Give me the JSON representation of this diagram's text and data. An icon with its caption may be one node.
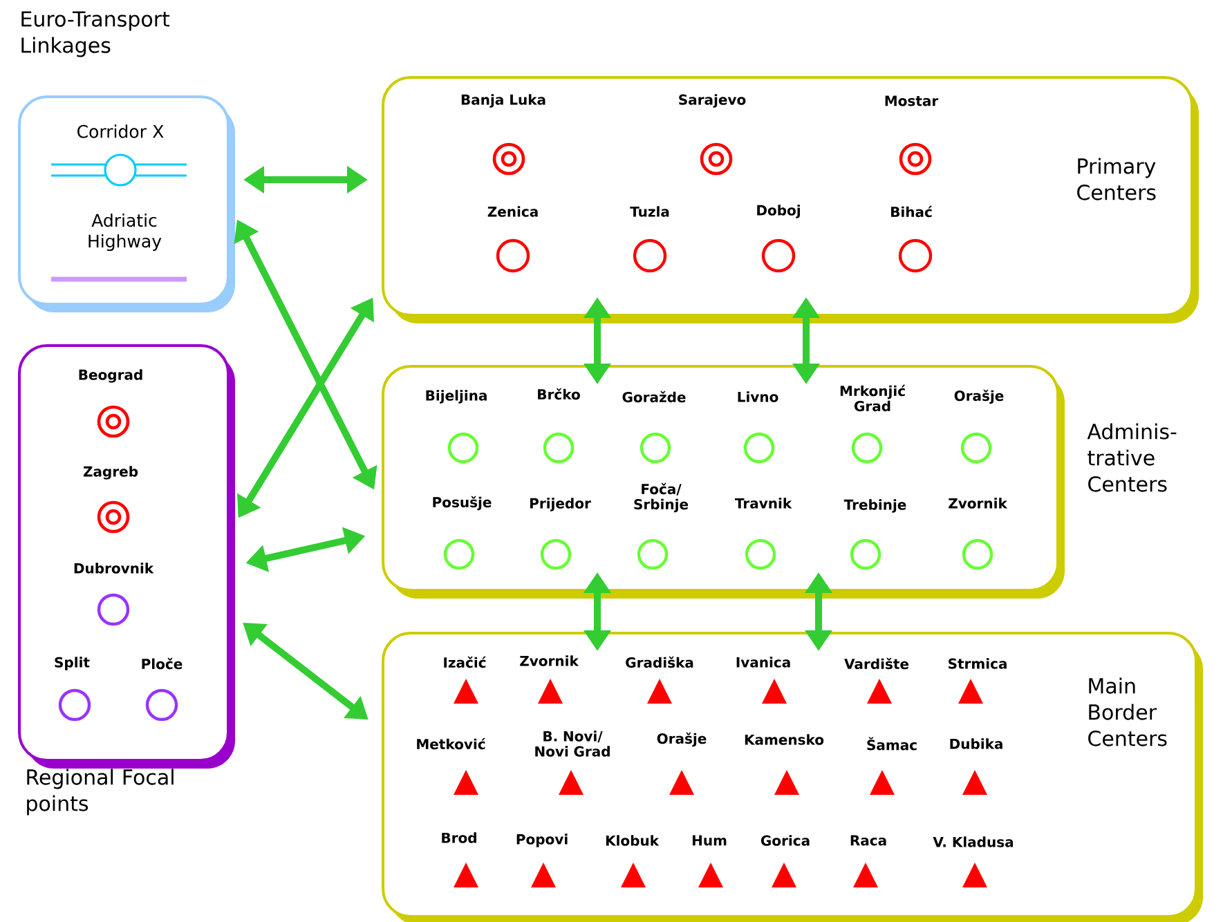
{
  "diagram": {
    "nodes": [
      {
        "text": [
          "Euro-Transport Linkages"
        ]
      },
      {
        "text": [
          "Corridor X"
        ],
        "in": 0
      },
      {
        "text": [
          "Adriatic Highway"
        ],
        "in": 0
      },
      {
        "text": [
          "Regional Focal points"
        ]
      },
      {
        "text": [
          "Beograd"
        ],
        "in": 3
      },
      {
        "text": [
          "Zagreb"
        ],
        "in": 3
      },
      {
        "text": [
          "Dubrovnik"
        ],
        "in": 3
      },
      {
        "text": [
          "Split"
        ],
        "in": 3
      },
      {
        "text": [
          "Ploče"
        ],
        "in": 3
      },
      {
        "text": [
          "Primary Centers"
        ]
      },
      {
        "text": [
          "Banja Luka"
        ],
        "in": 9
      },
      {
        "text": [
          "Sarajevo"
        ],
        "in": 9
      },
      {
        "text": [
          "Mostar"
        ],
        "in": 9
      },
      {
        "text": [
          "Zenica"
        ],
        "in": 9
      },
      {
        "text": [
          "Tuzla"
        ],
        "in": 9
      },
      {
        "text": [
          "Doboj"
        ],
        "in": 9
      },
      {
        "text": [
          "Bihać"
        ],
        "in": 9
      },
      {
        "text": [
          "Adminis-trative Centers"
        ]
      },
      {
        "text": [
          "Bijeljina"
        ],
        "in": 17
      },
      {
        "text": [
          "Brčko"
        ],
        "in": 17
      },
      {
        "text": [
          "Goražde"
        ],
        "in": 17
      },
      {
        "text": [
          "Livno"
        ],
        "in": 17
      },
      {
        "text": [
          "Mrkonjić Grad"
        ],
        "in": 17
      },
      {
        "text": [
          "Orašje"
        ],
        "in": 17
      },
      {
        "text": [
          "Posušje"
        ],
        "in": 17
      },
      {
        "text": [
          "Prijedor"
        ],
        "in": 17
      },
      {
        "text": [
          "Foča/ Srbinje"
        ],
        "in": 17
      },
      {
        "text": [
          "Travnik"
        ],
        "in": 17
      },
      {
        "text": [
          "Trebinje"
        ],
        "in": 17
      },
      {
        "text": [
          "Zvornik"
        ],
        "in": 17
      },
      {
        "text": [
          "Main Border Centers"
        ]
      },
      {
        "text": [
          "Izačić"
        ],
        "in": 30
      },
      {
        "text": [
          "Zvornik"
        ],
        "in": 30
      },
      {
        "text": [
          "Gradiška"
        ],
        "in": 30
      },
      {
        "text": [
          "Ivanica"
        ],
        "in": 30
      },
      {
        "text": [
          "Vardište"
        ],
        "in": 30
      },
      {
        "text": [
          "Strmica"
        ],
        "in": 30
      },
      {
        "text": [
          "Metković"
        ],
        "in": 30
      },
      {
        "text": [
          "B. Novi/ Novi Grad"
        ],
        "in": 30
      },
      {
        "text": [
          "Orašje"
        ],
        "in": 30
      },
      {
        "text": [
          "Kamensko"
        ],
        "in": 30
      },
      {
        "text": [
          "Šamac"
        ],
        "in": 30
      },
      {
        "text": [
          "Dubika"
        ],
        "in": 30
      },
      {
        "text": [
          "Brod"
        ],
        "in": 30
      },
      {
        "text": [
          "Popovi"
        ],
        "in": 30
      },
      {
        "text": [
          "Klobuk"
        ],
        "in": 30
      },
      {
        "text": [
          "Hum"
        ],
        "in": 30
      },
      {
        "text": [
          "Gorica"
        ],
        "in": 30
      },
      {
        "text": [
          "Raca"
        ],
        "in": 30
      },
      {
        "text": [
          "V. Kladusa"
        ],
        "in": 30
      }
    ],
    "edges": [
      {
        "from": 0,
        "to": 9,
        "arrow": "both"
      },
      {
        "from": 0,
        "to": 17,
        "arrow": "both"
      },
      {
        "from": 3,
        "to": 9,
        "arrow": "both"
      },
      {
        "from": 3,
        "to": 17,
        "arrow": "both"
      },
      {
        "from": 3,
        "to": 30,
        "arrow": "both"
      },
      {
        "from": 9,
        "to": 17,
        "arrow": "both"
      },
      {
        "from": 9,
        "to": 17,
        "arrow": "both"
      },
      {
        "from": 17,
        "to": 30,
        "arrow": "both"
      },
      {
        "from": 17,
        "to": 30,
        "arrow": "both"
      }
    ]
  }
}
